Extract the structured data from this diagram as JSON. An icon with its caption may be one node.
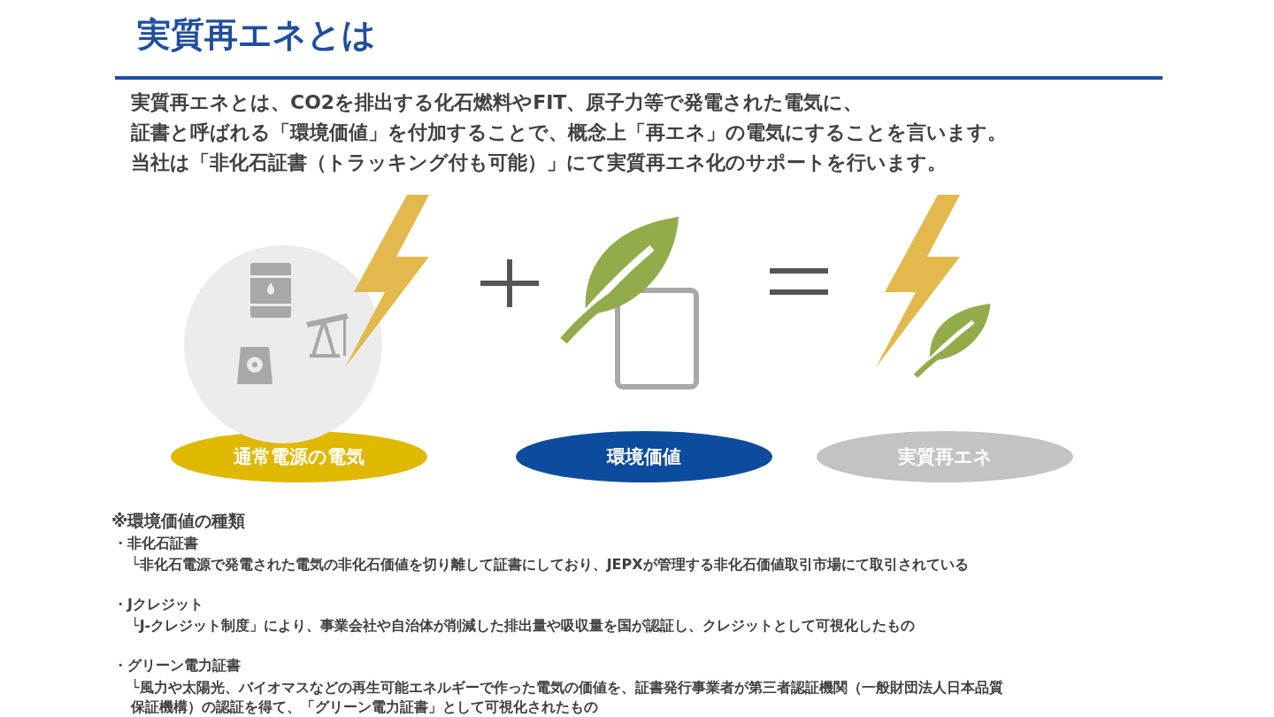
{
  "diagram": {
    "title": "実質再エネとは",
    "nodes": [
      {
        "text": [
          "通常電源の電気"
        ]
      },
      {
        "text": [
          "環境価値"
        ]
      },
      {
        "text": [
          "実質再エネ"
        ]
      }
    ],
    "labels": [
      "実質再エネとは、CO2を排出する化石燃料やFIT、原子力等で発電された電気に、",
      "証書と呼ばれる「環境価値」を付加することで、概念上「再エネ」の電気にすることを言います。",
      "当社は「非化石証書（トラッキング付も可能）」にて実質再エネ化のサポートを行います。",
      "※環境価値の種類",
      "・非化石証書",
      "└非化石電源で発電された電気の非化石価値を切り離して証書にしており、JEPXが管理する非化石価値取引市場にて取引されている",
      "・Jクレジット",
      "└J-クレジット制度」により、事業会社や自治体が削減した排出量や吸収量を国が認証し、クレジットとして可視化したもの",
      "・グリーン電力証書",
      "└風力や太陽光、バイオマスなどの再生可能エネルギーで作った電気の価値を、証書発行事業者が第三者認証機関（一般財団法人日本品質保証機構）の認証を得て、「グリーン電力証書」として可視化されたもの"
    ]
  }
}
